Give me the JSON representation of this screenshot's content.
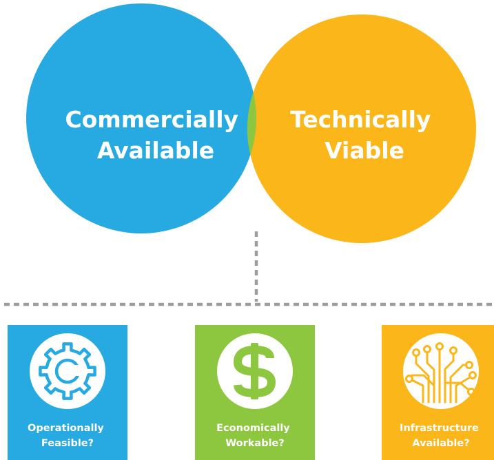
{
  "venn": {
    "left": {
      "lines": [
        "Commercially",
        "Available"
      ],
      "color": "#27a9e1"
    },
    "right": {
      "lines": [
        "Technically",
        "Viable"
      ],
      "color": "#fbb619"
    },
    "overlap": {
      "color": "#8dc63f"
    }
  },
  "connector": {
    "color": "#9d9d9d"
  },
  "cards": [
    {
      "lines": [
        "Operationally",
        "Feasible?"
      ],
      "icon": "gear-icon",
      "color": "#27a9e1"
    },
    {
      "lines": [
        "Economically",
        "Workable?"
      ],
      "icon": "dollar-icon",
      "color": "#8dc63f"
    },
    {
      "lines": [
        "Infrastructure",
        "Available?"
      ],
      "icon": "circuit-icon",
      "color": "#fbb619"
    }
  ]
}
